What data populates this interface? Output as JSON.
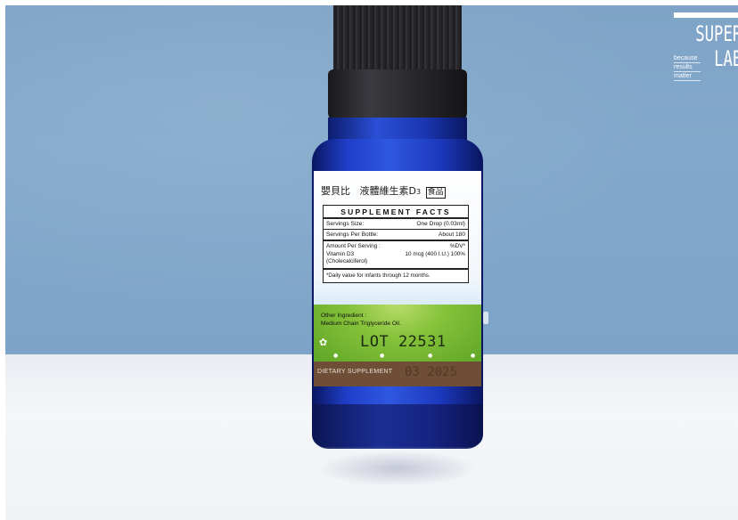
{
  "brand": {
    "name_line1": "SUPER",
    "name_line2": "LAB",
    "tagline": [
      "because",
      "results",
      "matter"
    ]
  },
  "label": {
    "cn_brand": "嬰貝比",
    "cn_product": "液體維生素D",
    "cn_subscript": "3",
    "cn_badge": "食品",
    "facts_title": "SUPPLEMENT FACTS",
    "serving_size_label": "Servings Size:",
    "serving_size_value": "One Drop (0.03ml)",
    "servings_per_bottle_label": "Servings Per Bottle:",
    "servings_per_bottle_value": "About 180",
    "amount_per_serving": "Amount Per Serving :",
    "dv_header": "%DV*",
    "nutrient_name": "Vitamin D3",
    "nutrient_amount": "10 mcg (400 I.U.) 100%",
    "nutrient_note": "(Cholecalciferol)",
    "daily_note": "*Daily value for infants through 12 months.",
    "other_ingredient_label": "Other Ingredient :",
    "other_ingredient_value": "Medium Chain Triglyceride Oil.",
    "lot": "LOT 22531",
    "dietary": "DIETARY SUPPLEMENT",
    "date_stamp": "03 2025"
  },
  "colors": {
    "wall": "#82a8cb",
    "table": "#f0f2f5",
    "bottle_glass": "#2f57e0",
    "cap": "#1f1f22",
    "label_green": "#86c23a",
    "label_brown": "#6e4e37"
  }
}
